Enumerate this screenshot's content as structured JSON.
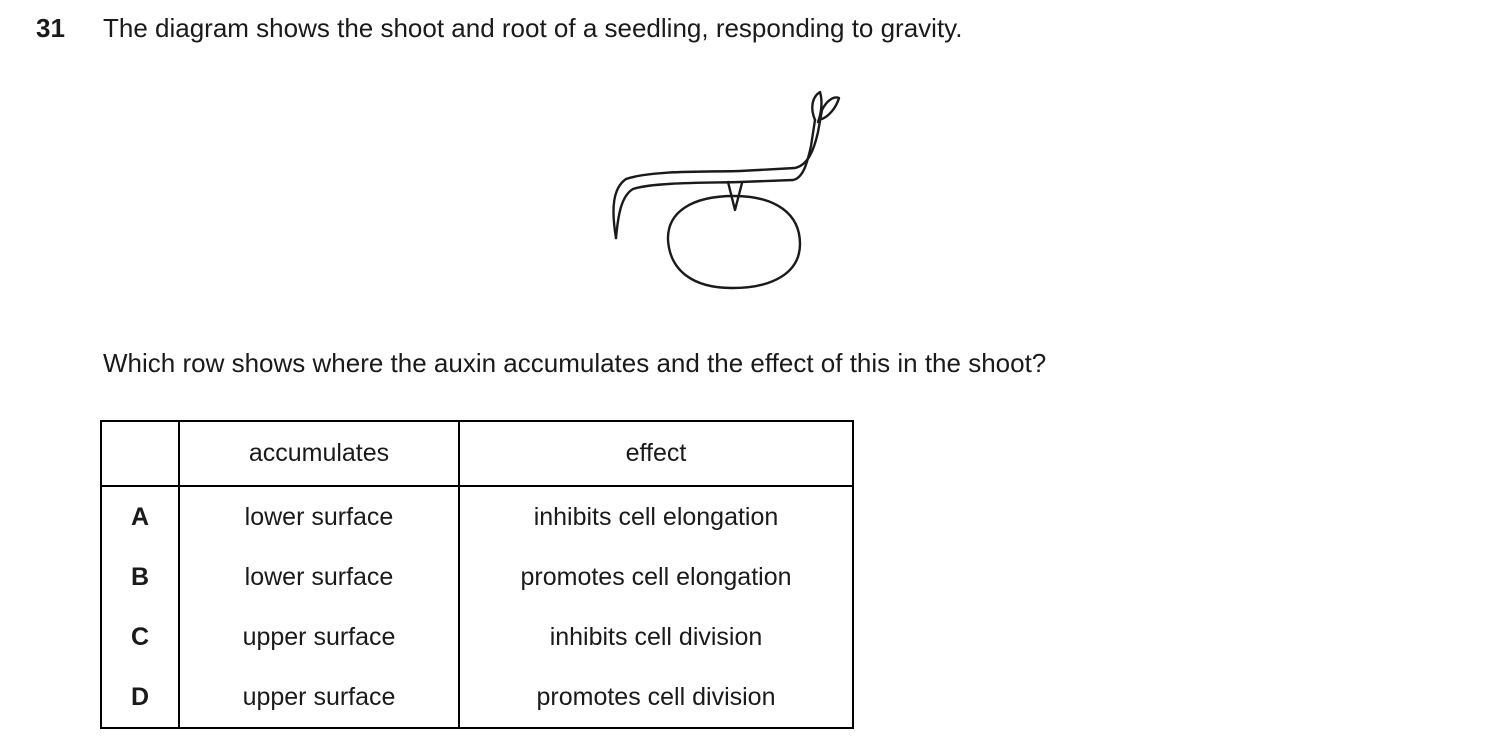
{
  "question": {
    "number": "31",
    "intro": "The diagram shows the shoot and root of a seedling, responding to gravity.",
    "prompt": "Which row shows where the auxin accumulates and the effect of this in the shoot?"
  },
  "figure": {
    "name": "seedling-diagram"
  },
  "table": {
    "headers": [
      "",
      "accumulates",
      "effect"
    ],
    "rows": [
      {
        "option": "A",
        "accumulates": "lower surface",
        "effect": "inhibits cell elongation"
      },
      {
        "option": "B",
        "accumulates": "lower surface",
        "effect": "promotes cell elongation"
      },
      {
        "option": "C",
        "accumulates": "upper surface",
        "effect": "inhibits cell division"
      },
      {
        "option": "D",
        "accumulates": "upper surface",
        "effect": "promotes cell division"
      }
    ]
  },
  "colors": {
    "ink": "#1a1a1a",
    "border": "#000000"
  }
}
